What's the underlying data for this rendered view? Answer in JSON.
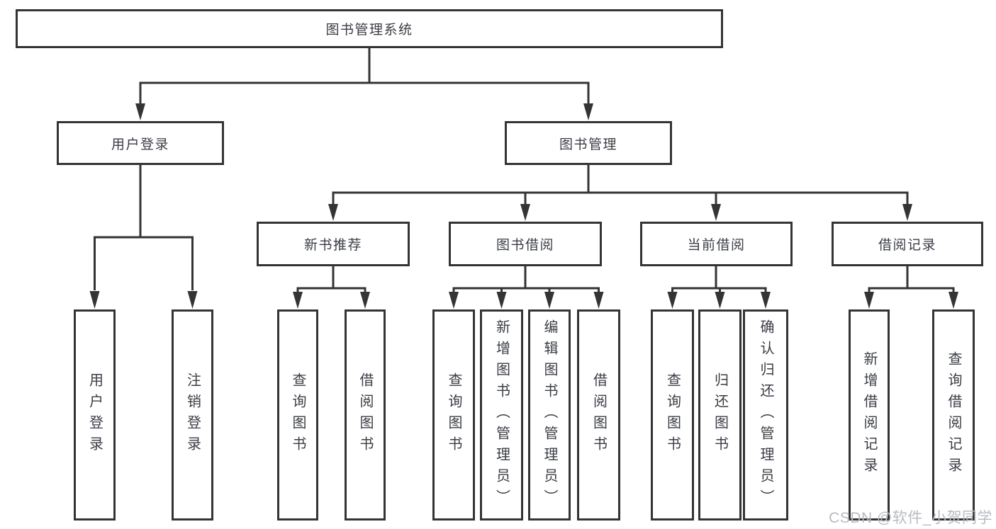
{
  "colors": {
    "line": "#343434",
    "box_border": "#343434",
    "box_background": "#ffffff",
    "text": "#3a3d44",
    "watermark": "#b7bbc1"
  },
  "watermark": {
    "text": "CSDN @软件_小贺同学"
  },
  "tree": {
    "root": {
      "label": "图书管理系统"
    },
    "branches": [
      {
        "label": "用户登录",
        "children": [
          {
            "label": "用户登录"
          },
          {
            "label": "注销登录"
          }
        ]
      },
      {
        "label": "图书管理",
        "children": [
          {
            "label": "新书推荐",
            "children": [
              {
                "label": "查询图书"
              },
              {
                "label": "借阅图书"
              }
            ]
          },
          {
            "label": "图书借阅",
            "children": [
              {
                "label": "查询图书"
              },
              {
                "label": "新增图书（管理员）"
              },
              {
                "label": "编辑图书（管理员）"
              },
              {
                "label": "借阅图书"
              }
            ]
          },
          {
            "label": "当前借阅",
            "children": [
              {
                "label": "查询图书"
              },
              {
                "label": "归还图书"
              },
              {
                "label": "确认归还（管理员）"
              }
            ]
          },
          {
            "label": "借阅记录",
            "children": [
              {
                "label": "新增借阅记录"
              },
              {
                "label": "查询借阅记录"
              }
            ]
          }
        ]
      }
    ]
  }
}
